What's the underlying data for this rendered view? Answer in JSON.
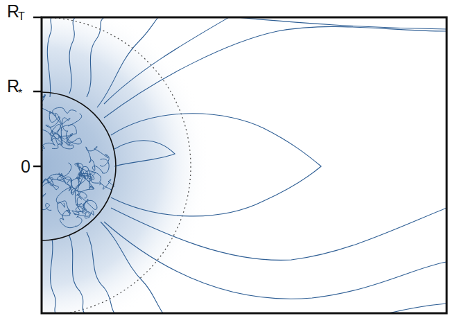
{
  "diagram": {
    "labels": [
      "R",
      "T",
      "R",
      "*",
      "0"
    ]
  }
}
